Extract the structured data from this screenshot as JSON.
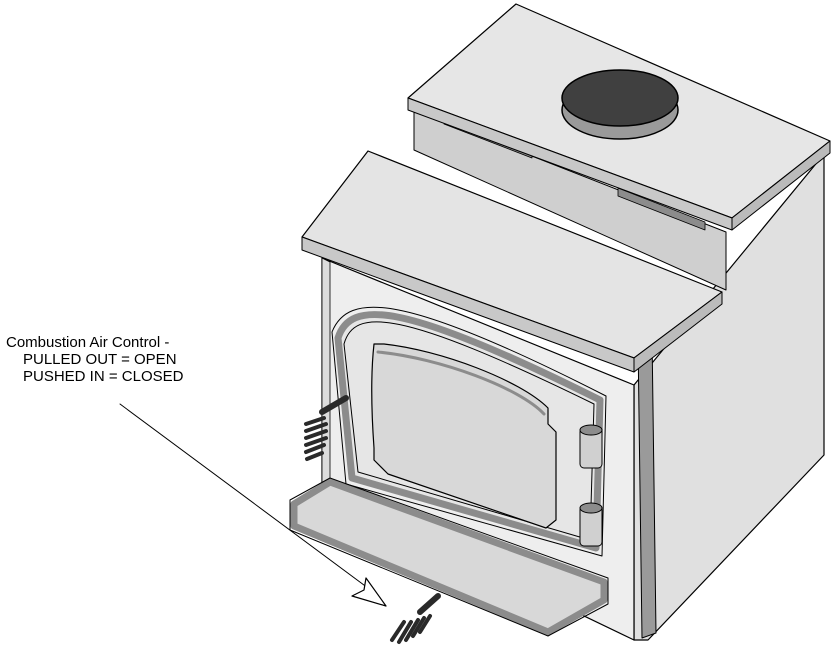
{
  "callout": {
    "line1": "Combustion Air Control -",
    "line2": "PULLED OUT = OPEN",
    "line3": "PUSHED IN = CLOSED"
  },
  "colors": {
    "outline": "#000000",
    "panel_light": "#e6e6e6",
    "panel_mid": "#d2d2d2",
    "panel_shadow": "#c4c4c4",
    "trim_gray": "#8c8c8c",
    "flue_dark": "#404040",
    "handle_dark": "#2a2a2a"
  },
  "icons": {
    "pull_arrow": "hollow-arrow-icon",
    "motion_lines": "motion-stripes-icon"
  }
}
